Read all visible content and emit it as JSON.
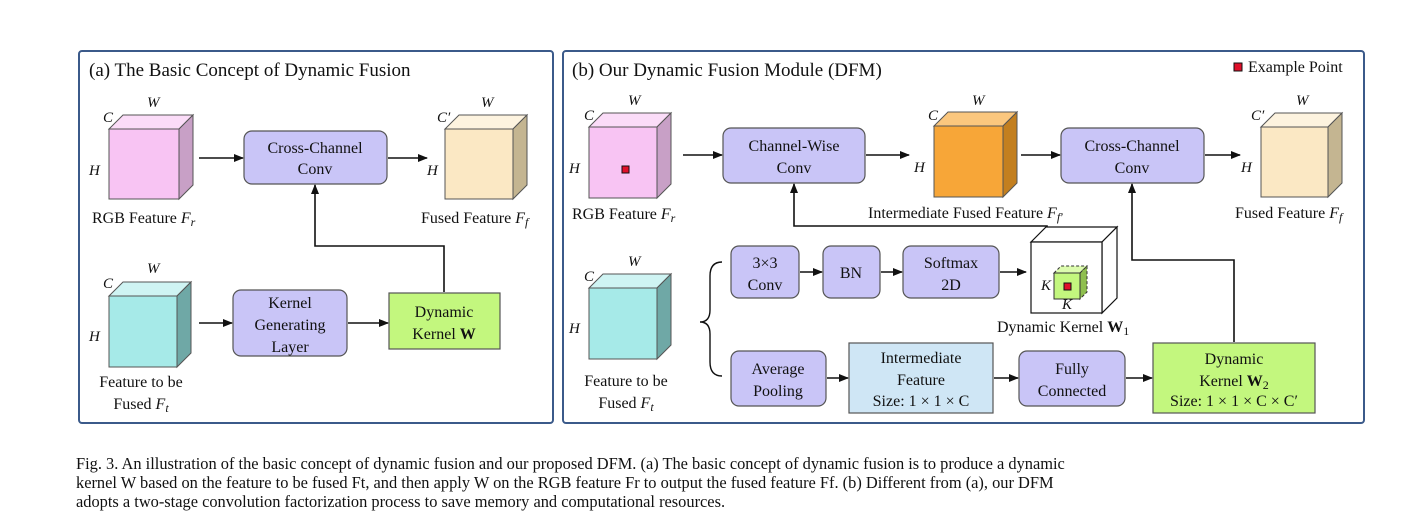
{
  "panel_a": {
    "title": "(a) The Basic Concept of Dynamic Fusion",
    "rgb_label": "RGB Feature",
    "rgb_sym": "F",
    "rgb_sub": "r",
    "fused_label": "Fused Feature",
    "fused_sym": "F",
    "fused_sub": "f",
    "feat_line1": "Feature to be",
    "feat_line2": "Fused",
    "feat_sym": "F",
    "feat_sub": "t",
    "cross_line1": "Cross-Channel",
    "cross_line2": "Conv",
    "kgl_line1": "Kernel",
    "kgl_line2": "Generating",
    "kgl_line3": "Layer",
    "dyn_line1": "Dynamic",
    "dyn_line2": "Kernel",
    "dyn_bold": "W"
  },
  "panel_b": {
    "title": "(b) Our Dynamic Fusion Module (DFM)",
    "legend": "Example Point",
    "rgb_label": "RGB Feature",
    "rgb_sym": "F",
    "rgb_sub": "r",
    "cw_line1": "Channel-Wise",
    "cw_line2": "Conv",
    "inter_label": "Intermediate Fused Feature",
    "inter_sym": "F",
    "inter_sub": "f′",
    "cc_line1": "Cross-Channel",
    "cc_line2": "Conv",
    "fused_label": "Fused Feature",
    "fused_sym": "F",
    "fused_sub": "f",
    "conv_line1": "3×3",
    "conv_line2": "Conv",
    "bn": "BN",
    "soft_line1": "Softmax",
    "soft_line2": "2D",
    "dk1_label": "Dynamic Kernel",
    "dk1_bold": "W",
    "dk1_sub": "1",
    "k_symbol": "K",
    "feat_line1": "Feature to be",
    "feat_line2": "Fused",
    "feat_sym": "F",
    "feat_sub": "t",
    "avg_line1": "Average",
    "avg_line2": "Pooling",
    "if_line1": "Intermediate",
    "if_line2": "Feature",
    "if_size": "Size: 1 × 1 × C",
    "fc_line1": "Fully",
    "fc_line2": "Connected",
    "dk2_line1": "Dynamic",
    "dk2_line2": "Kernel",
    "dk2_bold": "W",
    "dk2_sub": "2",
    "dk2_size": "Size: 1 × 1 × C × C′"
  },
  "axes": {
    "c": "C",
    "w": "W",
    "h": "H",
    "c_prime": "C′"
  },
  "caption": {
    "l1": "Fig. 3.   An illustration of the basic concept of dynamic fusion and our proposed DFM. (a) The basic concept of dynamic fusion is to produce a dynamic",
    "l2": "kernel W based on the feature to be fused Ft, and then apply W on the RGB feature Fr to output the fused feature Ff. (b) Different from (a), our DFM",
    "l3": "adopts a two-stage convolution factorization process to save memory and computational resources."
  },
  "colors": {
    "panel_border": "#3b5a8a",
    "pink": "#f8c4f3",
    "cream": "#fbe8c4",
    "cyan": "#a6eae8",
    "orange": "#f7a638",
    "lavender": "#c9c5f7",
    "green": "#c3f77e",
    "lightblue": "#cfe6f5",
    "red_point": "#e0102a"
  }
}
